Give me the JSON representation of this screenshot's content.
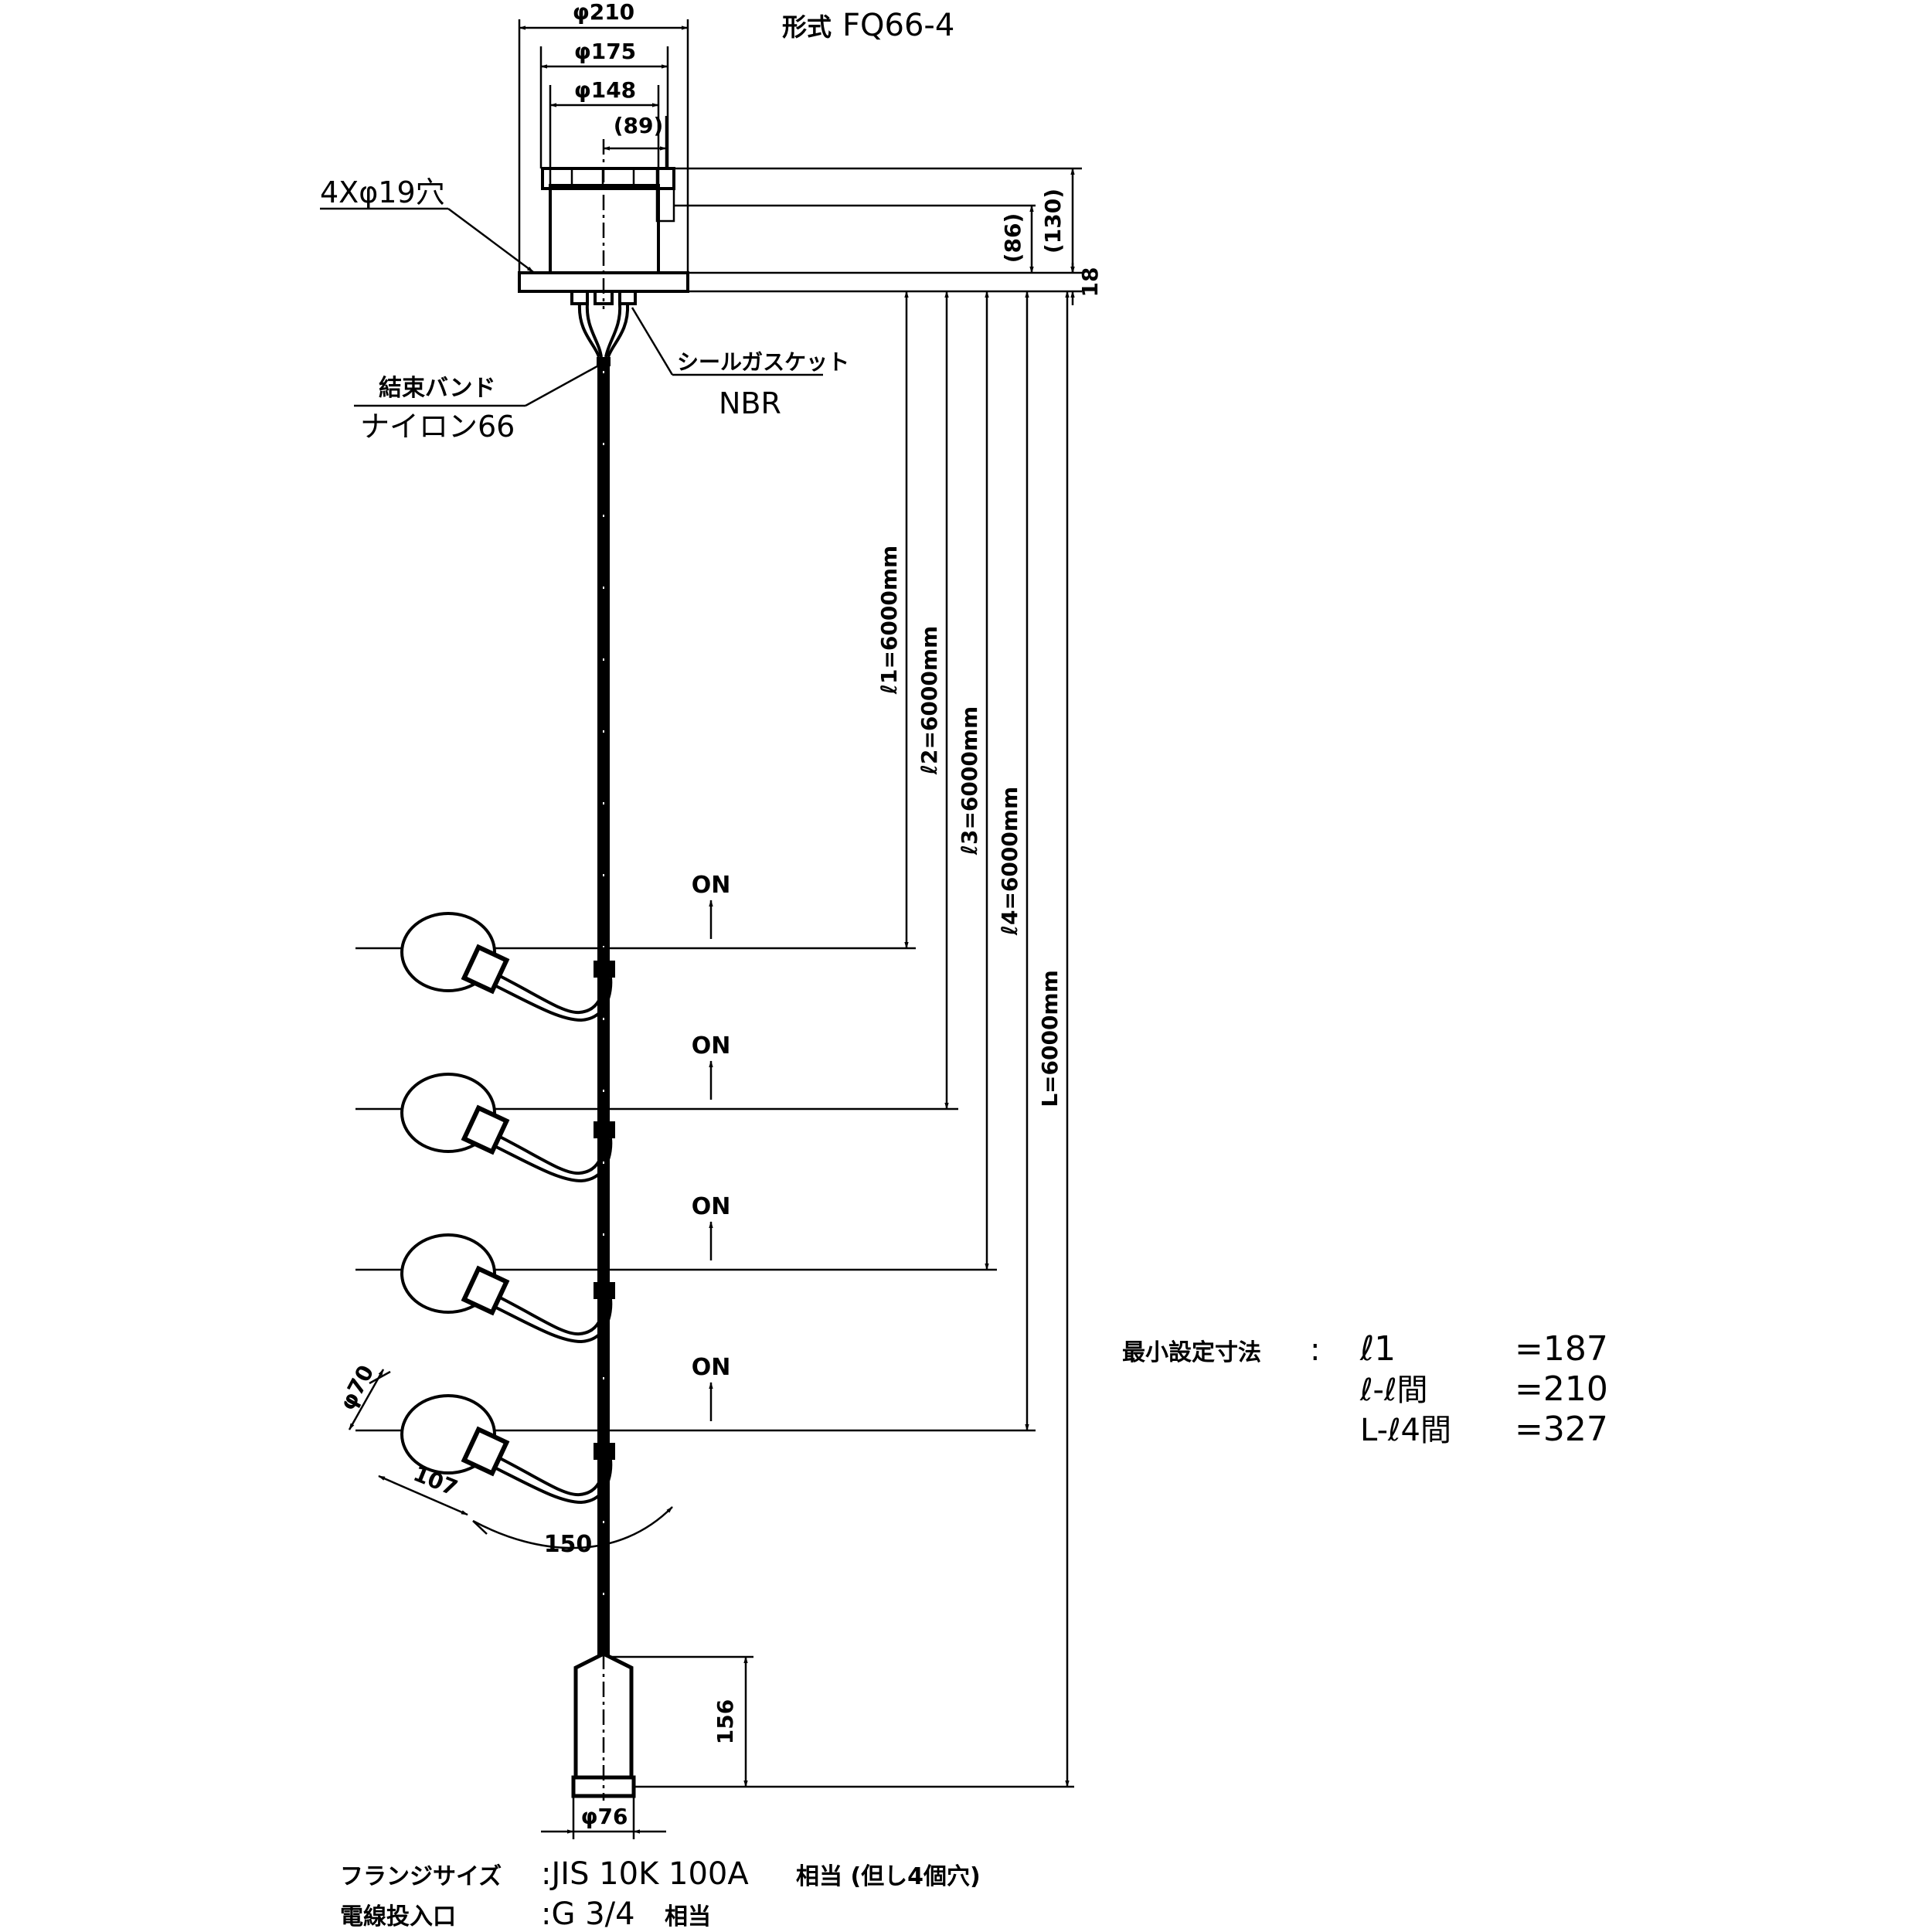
{
  "model": {
    "label": "形式",
    "value": "FQ66-4"
  },
  "flange": {
    "dims": [
      "φ210",
      "φ175",
      "φ148",
      "(89)"
    ],
    "holes": "4Xφ19穴",
    "height_dims": [
      "(130)",
      "(86)",
      "18"
    ]
  },
  "gasket": {
    "label": "シールガスケット",
    "material": "NBR"
  },
  "band": {
    "label": "結束バンド",
    "material": "ナイロン66"
  },
  "lengths": [
    "ℓ1=6000mm",
    "ℓ2=6000mm",
    "ℓ3=6000mm",
    "ℓ4=6000mm",
    "L=6000mm"
  ],
  "floats": {
    "on_label": "ON",
    "dims": [
      "φ70",
      "107",
      "150"
    ]
  },
  "weight": {
    "height": "156",
    "diameter": "φ76"
  },
  "min_settings": {
    "label": "最小設定寸法",
    "colon": ":",
    "rows": [
      {
        "name": "ℓ1",
        "value": "=187"
      },
      {
        "name": "ℓ-ℓ間",
        "value": "=210"
      },
      {
        "name": "L-ℓ4間",
        "value": "=327"
      }
    ]
  },
  "specs": [
    {
      "label": "フランジサイズ",
      "value": ":JIS 10K 100A",
      "note": "相当 (但し4個穴)"
    },
    {
      "label": "電線投入口",
      "value": ":G 3/4",
      "note": "相当"
    }
  ]
}
